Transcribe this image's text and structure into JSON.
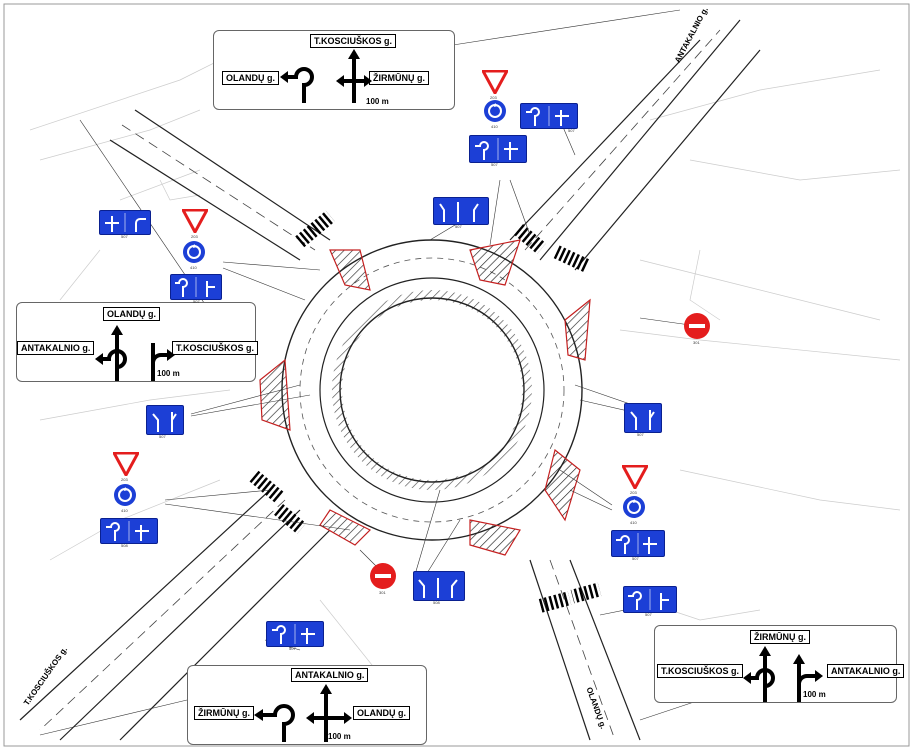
{
  "streets": {
    "antakalnio": "ANTAKALNIO g.",
    "kosciuskos": "T.KOSCIUŠKOS g.",
    "olandu": "OLANDŲ g."
  },
  "direction_panels": {
    "top": {
      "center": "T.KOSCIUŠKOS g.",
      "left": "OLANDŲ g.",
      "right": "ŽIRMŪNŲ g.",
      "distance": "100 m"
    },
    "left": {
      "center": "OLANDŲ g.",
      "left": "ANTAKALNIO g.",
      "right": "T.KOSCIUŠKOS g.",
      "distance": "100 m"
    },
    "bottom": {
      "center": "ANTAKALNIO g.",
      "left": "ŽIRMŪNŲ g.",
      "right": "OLANDŲ g.",
      "distance": "100 m"
    },
    "right": {
      "center": "ŽIRMŪNŲ g.",
      "left": "T.KOSCIUŠKOS g.",
      "right": "ANTAKALNIO g.",
      "distance": "100 m"
    }
  },
  "sign_codes": {
    "yield": "203",
    "roundabout": "410",
    "no_entry": "301",
    "lanes": "507",
    "lanes_alt": "508"
  },
  "colors": {
    "sign_blue": "#1c3fd6",
    "sign_red": "#e41d1d",
    "hatch_red": "#c42020",
    "road_line": "#222222"
  }
}
